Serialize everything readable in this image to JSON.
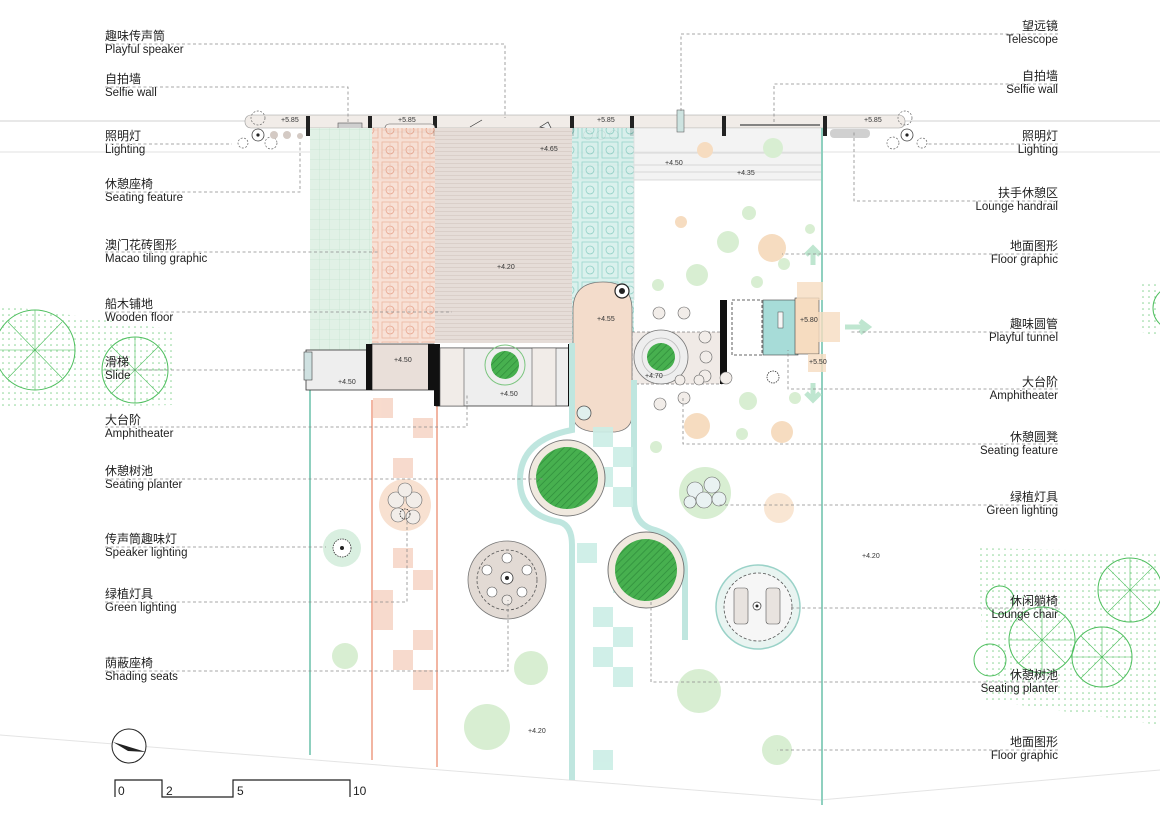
{
  "labels_left": [
    {
      "zh": "趣味传声筒",
      "en": "Playful speaker"
    },
    {
      "zh": "自拍墙",
      "en": "Selfie wall"
    },
    {
      "zh": "照明灯",
      "en": "Lighting"
    },
    {
      "zh": "休憩座椅",
      "en": "Seating feature"
    },
    {
      "zh": "澳门花砖图形",
      "en": "Macao tiling graphic"
    },
    {
      "zh": "船木铺地",
      "en": "Wooden floor"
    },
    {
      "zh": "滑梯",
      "en": "Slide"
    },
    {
      "zh": "大台阶",
      "en": "Amphitheater"
    },
    {
      "zh": "休憩树池",
      "en": "Seating planter"
    },
    {
      "zh": "传声筒趣味灯",
      "en": "Speaker lighting"
    },
    {
      "zh": "绿植灯具",
      "en": "Green lighting"
    },
    {
      "zh": "荫蔽座椅",
      "en": "Shading seats"
    }
  ],
  "labels_right": [
    {
      "zh": "望远镜",
      "en": "Telescope"
    },
    {
      "zh": "自拍墙",
      "en": "Selfie wall"
    },
    {
      "zh": "照明灯",
      "en": "Lighting"
    },
    {
      "zh": "扶手休憩区",
      "en": "Lounge handrail"
    },
    {
      "zh": "地面图形",
      "en": "Floor graphic"
    },
    {
      "zh": "趣味圆管",
      "en": "Playful tunnel"
    },
    {
      "zh": "大台阶",
      "en": "Amphitheater"
    },
    {
      "zh": "休憩圆凳",
      "en": "Seating feature"
    },
    {
      "zh": "绿植灯具",
      "en": "Green lighting"
    },
    {
      "zh": "休闲躺椅",
      "en": "Lounge chair"
    },
    {
      "zh": "休憩树池",
      "en": "Seating planter"
    },
    {
      "zh": "地面图形",
      "en": "Floor graphic"
    }
  ],
  "elevations": [
    "+5.85",
    "+5.85",
    "+5.85",
    "+5.85",
    "+4.65",
    "+4.50",
    "+4.35",
    "+4.20",
    "+4.55",
    "+5.80",
    "+5.50",
    "+4.50",
    "+4.50",
    "+4.50",
    "+4.70",
    "+4.20",
    "+4.20"
  ],
  "scale_bar": [
    "0",
    "2",
    "5",
    "10"
  ],
  "colors": {
    "green_strip": "#dcefe3",
    "pink_strip": "#f6d9cc",
    "wood": "#e4dad4",
    "teal_strip": "#cdebe6",
    "tree_green": "#3aa14b",
    "light_green": "#d8eed2",
    "peach": "#f6dcc0"
  }
}
